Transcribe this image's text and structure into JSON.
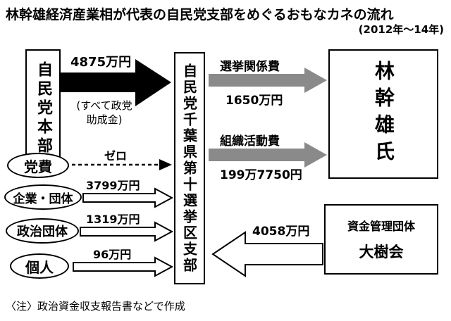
{
  "title": "林幹雄経済産業相が代表の自民党支部をめぐるおもなカネの流れ",
  "subtitle": "(2012年〜14年)",
  "note": "〈注〉政治資金収支報告書などで作成",
  "colors": {
    "arrow_black": "#000000",
    "arrow_gray": "#8a8a8a"
  },
  "nodes": {
    "ldp_hq": "自民党本部",
    "branch": "自民党千葉県第十選挙区支部",
    "recipient": "林幹雄氏",
    "fund_group_type": "資金管理団体",
    "fund_group_name": "大樹会",
    "sources": {
      "party_fee": "党費",
      "corporate": "企業・団体",
      "political_group": "政治団体",
      "individual": "個人"
    }
  },
  "flows": {
    "hq_to_branch": {
      "amount": "4875万円",
      "subsidy_note": "(すべて政党\n助成金)"
    },
    "branch_to_recipient_election": {
      "label": "選挙関係費",
      "amount": "1650万円"
    },
    "branch_to_recipient_org": {
      "label": "組織活動費",
      "amount": "199万7750円"
    },
    "party_fee_to_branch": {
      "amount": "ゼロ"
    },
    "corporate_to_branch": {
      "amount": "3799万円"
    },
    "political_group_to_branch": {
      "amount": "1319万円"
    },
    "individual_to_branch": {
      "amount": "96万円"
    },
    "fund_group_to_branch": {
      "amount": "4058万円"
    }
  }
}
